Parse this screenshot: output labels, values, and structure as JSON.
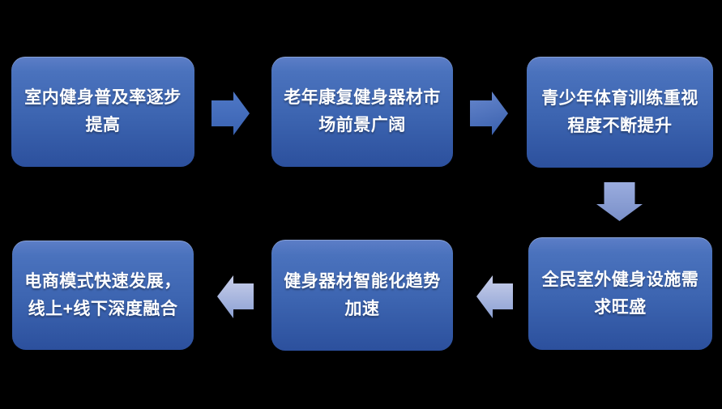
{
  "diagram": {
    "description": "Fitness equipment market trends flowchart",
    "background_color": "#000000",
    "box_text_color": "#ffffff",
    "box_gradient": [
      "#5d7ec7",
      "#4a72bd",
      "#2c509d"
    ],
    "arrow_colors": {
      "right_arrow_1": [
        "#4f78c6",
        "#3a63b2"
      ],
      "right_arrow_2": [
        "#6787cd",
        "#3f65b1"
      ],
      "down_arrow": [
        "#9aacde",
        "#7a90c9"
      ],
      "left_arrows": [
        "#c9cfeb",
        "#8ba0d3"
      ]
    }
  },
  "flow": {
    "boxes": [
      {
        "id": "indoor-fitness",
        "lines": [
          "室内健身普及率逐步",
          "提高"
        ],
        "full_text": "室内健身普及率逐步提高"
      },
      {
        "id": "elderly-rehab-equipment",
        "lines": [
          "老年康复健身器材市",
          "场前景广阔"
        ],
        "full_text": "老年康复健身器材市场前景广阔"
      },
      {
        "id": "youth-sports-training",
        "lines": [
          "青少年体育训练重视",
          "程度不断提升"
        ],
        "full_text": "青少年体育训练重视程度不断提升"
      },
      {
        "id": "outdoor-fitness-facilities",
        "lines": [
          "全民室外健身设施需",
          "求旺盛"
        ],
        "full_text": "全民室外健身设施需求旺盛"
      },
      {
        "id": "smart-equipment-trend",
        "lines": [
          "健身器材智能化趋势",
          "加速"
        ],
        "full_text": "健身器材智能化趋势加速"
      },
      {
        "id": "ecommerce-integration",
        "lines": [
          "电商模式快速发展，",
          "线上+线下深度融合"
        ],
        "full_text": "电商模式快速发展，线上+线下深度融合"
      }
    ]
  }
}
